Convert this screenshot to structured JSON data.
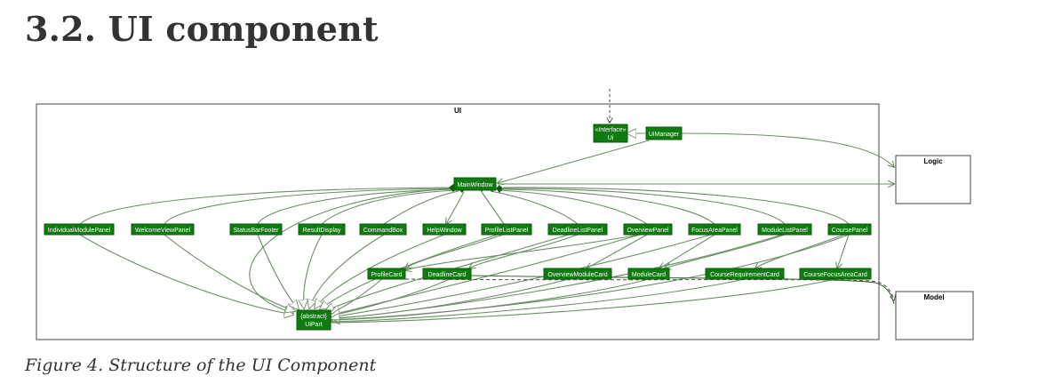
{
  "page": {
    "heading": "3.2. UI component",
    "caption": "Figure 4. Structure of the UI Component"
  },
  "colors": {
    "class_fill": "#0f7a0f",
    "class_stroke": "#0a5c0a",
    "edge": "#6b8f65",
    "frame": "#444444"
  },
  "diagram": {
    "packages": {
      "ui": "UI",
      "logic": "Logic",
      "model": "Model"
    },
    "ui_interface": {
      "stereotype": "«Interface»",
      "name": "Ui"
    },
    "ui_manager": "UiManager",
    "main_window": "MainWindow",
    "panels": [
      "IndividualModulePanel",
      "WelcomeViewPanel",
      "StatusBarFooter",
      "ResultDisplay",
      "CommandBox",
      "HelpWindow",
      "ProfileListPanel",
      "DeadlineListPanel",
      "OverviewPanel",
      "FocusAreaPanel",
      "ModuleListPanel",
      "CoursePanel"
    ],
    "cards": [
      "ProfileCard",
      "DeadlineCard",
      "OverviewModuleCard",
      "ModuleCard",
      "CourseRequirementCard",
      "CourseFocusAreaCard"
    ],
    "ui_part": {
      "stereotype": "{abstract}",
      "name": "UiPart"
    }
  }
}
